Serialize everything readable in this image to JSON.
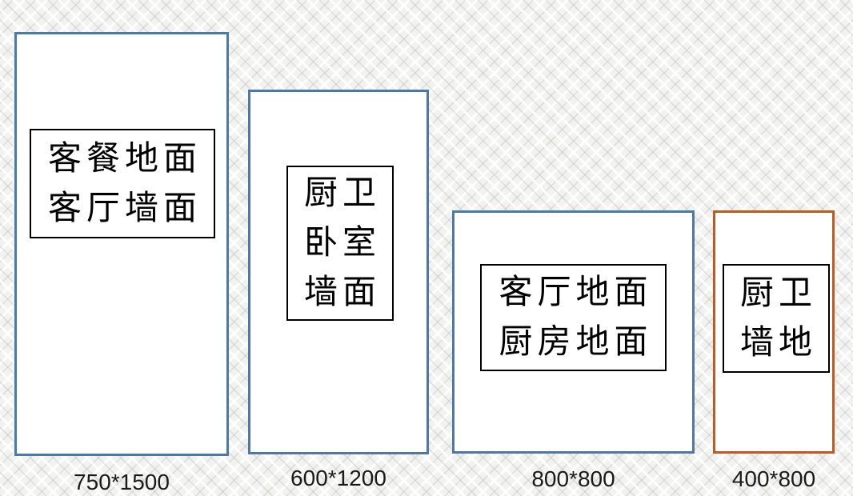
{
  "slide": {
    "description_colors": {
      "background_base": "#f2f2f0",
      "tile_fill": "#ffffff",
      "blue_border": "#4d79a8",
      "orange_border": "#c05a1e",
      "label_box_border": "#000000",
      "text": "#000000",
      "size_text": "#1a1a1a"
    }
  },
  "tiles": [
    {
      "lines": [
        "客餐地面",
        "客厅墙面"
      ],
      "size": "750*1500",
      "border": "#4d79a8"
    },
    {
      "lines": [
        "厨卫",
        "卧室",
        "墙面"
      ],
      "size": "600*1200",
      "border": "#4d79a8"
    },
    {
      "lines": [
        "客厅地面",
        "厨房地面"
      ],
      "size": "800*800",
      "border": "#4d79a8"
    },
    {
      "lines": [
        "厨卫",
        "墙地"
      ],
      "size": "400*800",
      "border": "#c05a1e"
    }
  ]
}
